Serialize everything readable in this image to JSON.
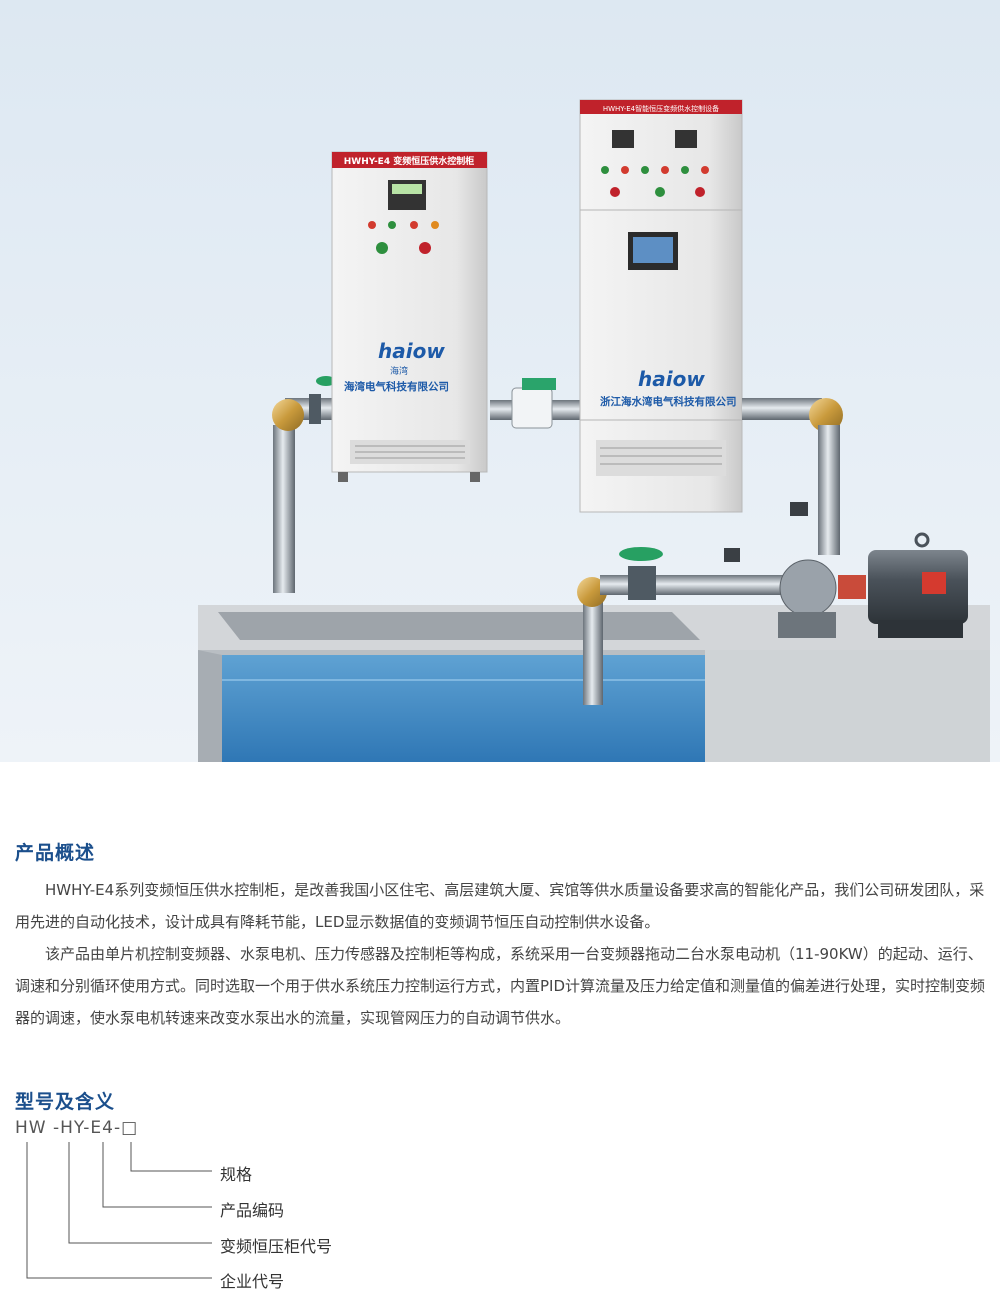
{
  "hero": {
    "cabinet_left": {
      "header": "HWHY-E4  变频恒压供水控制柜",
      "logo": "haiow",
      "logo_sub": "海湾",
      "company": "海湾电气科技有限公司"
    },
    "cabinet_right": {
      "header": "HWHY-E4智能恒压变频供水控制设备",
      "logo": "haiow",
      "company": "浙江海水湾电气科技有限公司"
    }
  },
  "overview": {
    "title": "产品概述",
    "p1": "HWHY-E4系列变频恒压供水控制柜，是改善我国小区住宅、高层建筑大厦、宾馆等供水质量设备要求高的智能化产品，我们公司研发团队，采用先进的自动化技术，设计成具有降耗节能，LED显示数据值的变频调节恒压自动控制供水设备。",
    "p2": "该产品由单片机控制变频器、水泵电机、压力传感器及控制柜等构成，系统采用一台变频器拖动二台水泵电动机（11-90KW）的起动、运行、调速和分别循环使用方式。同时选取一个用于供水系统压力控制运行方式，内置PID计算流量及压力给定值和测量值的偏差进行处理，实时控制变频器的调速，使水泵电机转速来改变水泵出水的流量，实现管网压力的自动调节供水。"
  },
  "model": {
    "title": "型号及含义",
    "code": "HW -HY-E4-□",
    "labels": [
      "规格",
      "产品编码",
      "变频恒压柜代号",
      "企业代号"
    ]
  }
}
